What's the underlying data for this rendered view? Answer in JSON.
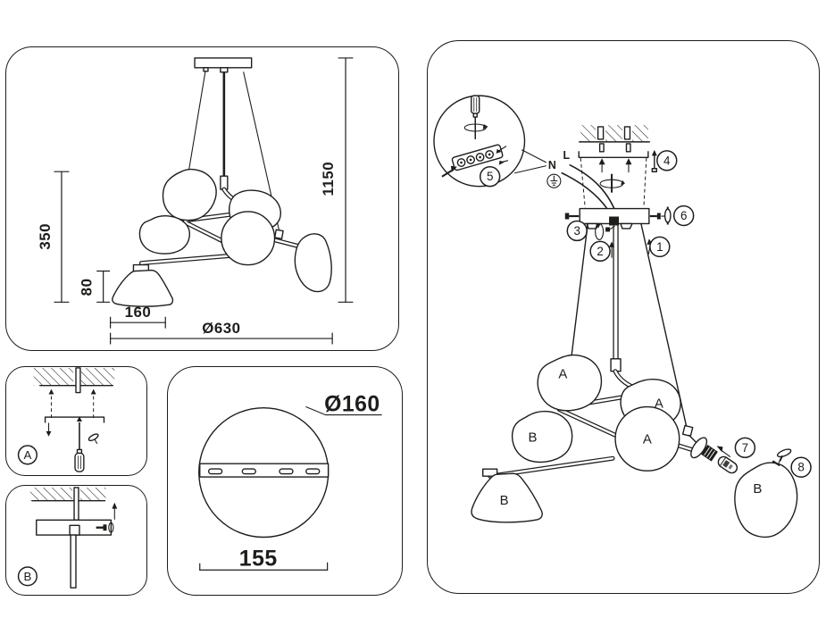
{
  "colors": {
    "line": "#1d1d1b",
    "background": "#ffffff"
  },
  "overview": {
    "drop_height": "1150",
    "body_height": "350",
    "shade_height": "80",
    "shade_width": "160",
    "diameter": "Ø630"
  },
  "mount_details": {
    "label_a": "A",
    "label_b": "B"
  },
  "canopy_detail": {
    "diameter": "Ø160",
    "length": "155"
  },
  "assembly": {
    "callouts": {
      "1": "1",
      "2": "2",
      "3": "3",
      "4": "4",
      "5": "5",
      "6": "6",
      "7": "7",
      "8": "8"
    },
    "wires": {
      "neutral": "N",
      "live": "L"
    },
    "shades": {
      "a": "A",
      "b": "B"
    }
  }
}
